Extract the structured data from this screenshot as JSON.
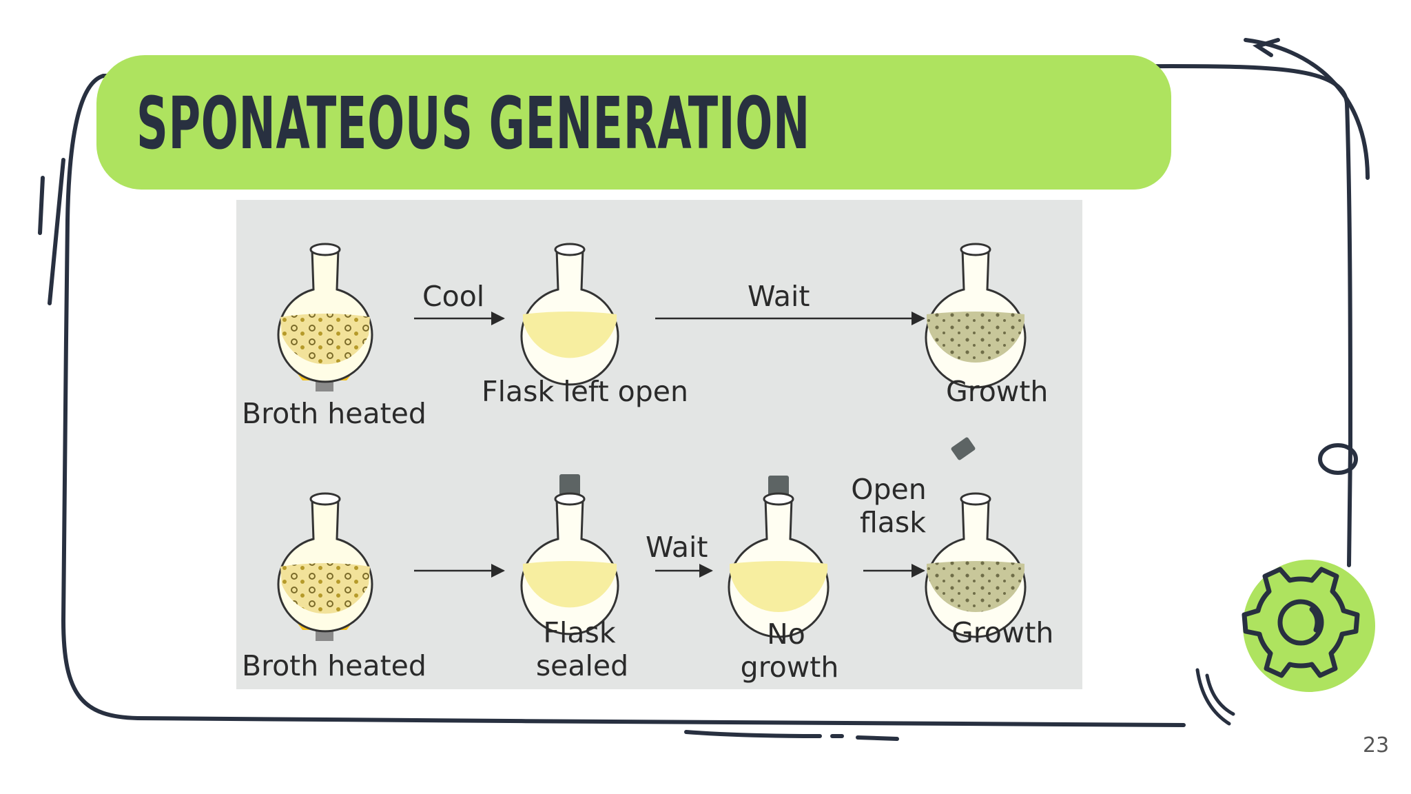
{
  "slide": {
    "title": "SPONATEOUS GENERATION",
    "page_number": "23"
  },
  "diagram": {
    "top_row": {
      "flask1_label": "Broth heated",
      "arrow1_label": "Cool",
      "flask2_label": "Flask left open",
      "arrow2_label": "Wait",
      "flask3_label": "Growth"
    },
    "bottom_row": {
      "flask1_label": "Broth heated",
      "flask2_label_line1": "Flask",
      "flask2_label_line2": "sealed",
      "arrow2_label": "Wait",
      "flask3_label_line1": "No",
      "flask3_label_line2": "growth",
      "arrow3_label_line1": "Open",
      "arrow3_label_line2": "flask",
      "flask4_label": "Growth"
    }
  },
  "colors": {
    "accent_green": "#aee35f",
    "ink": "#283040",
    "broth": "#f7eea0",
    "growth": "#c8c79a",
    "flame": "#f4c220",
    "figure_bg": "#e3e5e4"
  },
  "icons": {
    "gear": "gear-icon"
  }
}
